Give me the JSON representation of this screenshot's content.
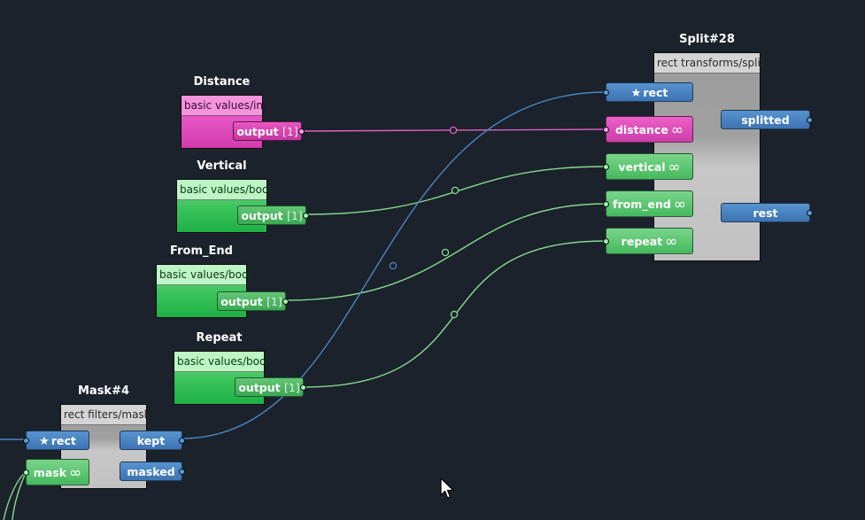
{
  "nodes": {
    "distance": {
      "title": "Distance",
      "type": "basic values/int",
      "output": "output",
      "output_index": "[1]"
    },
    "vertical": {
      "title": "Vertical",
      "type": "basic values/bool",
      "output": "output",
      "output_index": "[1]"
    },
    "from_end": {
      "title": "From_End",
      "type": "basic values/bool",
      "output": "output",
      "output_index": "[1]"
    },
    "repeat": {
      "title": "Repeat",
      "type": "basic values/bool",
      "output": "output",
      "output_index": "[1]"
    },
    "split": {
      "title": "Split#28",
      "type": "rect transforms/split",
      "inputs": [
        "rect",
        "distance",
        "vertical",
        "from_end",
        "repeat"
      ],
      "outputs": [
        "splitted",
        "rest"
      ]
    },
    "mask": {
      "title": "Mask#4",
      "type": "rect filters/mask",
      "inputs": [
        "rect",
        "mask"
      ],
      "outputs": [
        "kept",
        "masked"
      ]
    }
  },
  "symbols": {
    "star": "★",
    "infinity": "∞"
  },
  "colors": {
    "background": "#1b222b",
    "int_wire": "#e05fc4",
    "bool_wire": "#86d98f",
    "rect_wire": "#4a86c5",
    "pink_node": "#e350c0",
    "green_node": "#39c35a",
    "gray_node": "#a8a8a8",
    "blue_port": "#3d73b2"
  },
  "icons": [
    "cursor-arrow-icon"
  ]
}
